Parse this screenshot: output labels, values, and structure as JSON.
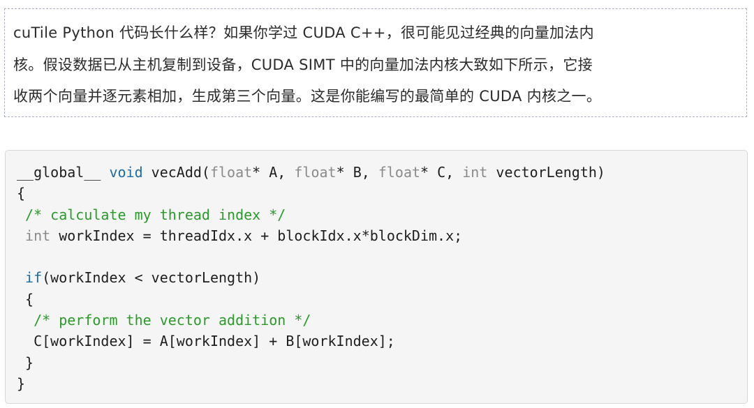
{
  "intro": {
    "lines": [
      "cuTile Python 代码长什么样？如果你学过 CUDA C++，很可能见过经典的向量加法内",
      "核。假设数据已从主机复制到设备，CUDA SIMT 中的向量加法内核大致如下所示，它接",
      "收两个向量并逐元素相加，生成第三个向量。这是你能编写的最简单的 CUDA 内核之一。"
    ]
  },
  "code": {
    "language": "cuda",
    "colors": {
      "keyword": "#1d6aa5",
      "type": "#8a8a8a",
      "comment": "#2a9a2a"
    },
    "lines": [
      [
        [
          "plain",
          "__global__ "
        ],
        [
          "kw",
          "void"
        ],
        [
          "plain",
          " vecAdd("
        ],
        [
          "type",
          "float"
        ],
        [
          "plain",
          "* A, "
        ],
        [
          "type",
          "float"
        ],
        [
          "plain",
          "* B, "
        ],
        [
          "type",
          "float"
        ],
        [
          "plain",
          "* C, "
        ],
        [
          "type",
          "int"
        ],
        [
          "plain",
          " vectorLength)"
        ]
      ],
      [
        [
          "plain",
          "{"
        ]
      ],
      [
        [
          "comment",
          " /* calculate my thread index */"
        ]
      ],
      [
        [
          "type",
          " int"
        ],
        [
          "plain",
          " workIndex = threadIdx.x + blockIdx.x*blockDim.x;"
        ]
      ],
      [
        [
          "plain",
          ""
        ]
      ],
      [
        [
          "kw",
          " if"
        ],
        [
          "plain",
          "(workIndex < vectorLength)"
        ]
      ],
      [
        [
          "plain",
          " {"
        ]
      ],
      [
        [
          "comment",
          "  /* perform the vector addition */"
        ]
      ],
      [
        [
          "plain",
          "  C[workIndex] = A[workIndex] + B[workIndex];"
        ]
      ],
      [
        [
          "plain",
          " }"
        ]
      ],
      [
        [
          "plain",
          "}"
        ]
      ]
    ]
  }
}
